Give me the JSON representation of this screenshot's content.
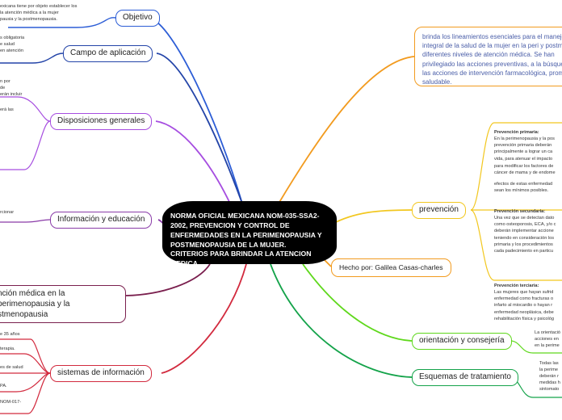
{
  "central": "NORMA OFICIAL MEXICANA NOM-035-SSA2-2002, PREVENCION Y CONTROL DE ENFERMEDADES EN LA PERIMENOPAUSIA Y POSTMENOPAUSIA DE LA MUJER. CRITERIOS PARA BRINDAR LA ATENCION MEDICA",
  "intro": "brinda los lineamientos esenciales para el manejo integral de la salud de la mujer en la peri y postm diferentes niveles de atención médica. Se han privilegiado las acciones preventivas, a la búsque las acciones de intervención farmacológica, prom saludable.",
  "author": "Hecho por: Galilea Casas-charles",
  "left_branches": {
    "objetivo": "Objetivo",
    "campo": "Campo de aplicación",
    "disposiciones": "Disposiciones generales",
    "informacion": "Información y educación",
    "atencion": "nción médica en la perimenopausia y la\nstmenopausia",
    "sistemas": "sistemas de información"
  },
  "left_notes": {
    "objetivo": "exicana tiene por objeto establecer los\nla atención médica a la mujer\npausia y la postmenopausia.",
    "campo": "s obligatoria\ne salud\nen atención",
    "disposiciones_a": "n por\nde\nerán incluir",
    "disposiciones_b": "erá las",
    "informacion": "rcionar",
    "sistemas_a": "e 35 años",
    "sistemas_b": "terapia.",
    "sistemas_c": "es de salud",
    "sistemas_d": "PA.",
    "sistemas_e": "NOM-017-"
  },
  "right_branches": {
    "prevencion": "prevención",
    "orientacion": "orientación y consejería",
    "esquemas": "Esquemas de tratamiento"
  },
  "prevention": {
    "primaria_title": "Prevención primaria:",
    "primaria_text_a": "En la perimenopausia y la pos\nprevención primaria deberán\nprincipalmente a lograr un ca\nvida, para atenuar el impacto",
    "primaria_text_b": "para modificar los factores de\ncáncer de mama y de endome",
    "primaria_text_c": "efectos de estas enfermedad\nsean los mínimos posibles.",
    "secundaria_title": "Prevención secundaria:",
    "secundaria_text": "Una vez que se detectan dato\ncomo osteoporosis, ECA, y/o c\ndeberán implementar accione\nteniendo en consideración los\nprimaria y los procedimientos\ncada padecimiento en particu",
    "terciaria_title": "Prevención terciaria:",
    "terciaria_text": "Las mujeres que hayan sufrid\nenfermedad como fracturas o\ninfarto al miocardio o hayan r\nenfermedad neoplásica, debe\nrehabilitación física y psicológ"
  },
  "right_notes": {
    "orientacion": "La orientació\nacciones en\nen la perime",
    "esquemas": "Todas las\nla perime\ndeberán r\nmedidas h\nsintomato"
  },
  "colors": {
    "objetivo": "#2c5dd6",
    "campo": "#2344a8",
    "disposiciones": "#a64de0",
    "informacion": "#8a3ba8",
    "atencion": "#7a1f4e",
    "sistemas": "#d22a3e",
    "intro": "#f29b1f",
    "prevencion": "#f2c71f",
    "author": "#f29b1f",
    "orientacion": "#5fd81c",
    "esquemas": "#14a34a"
  }
}
